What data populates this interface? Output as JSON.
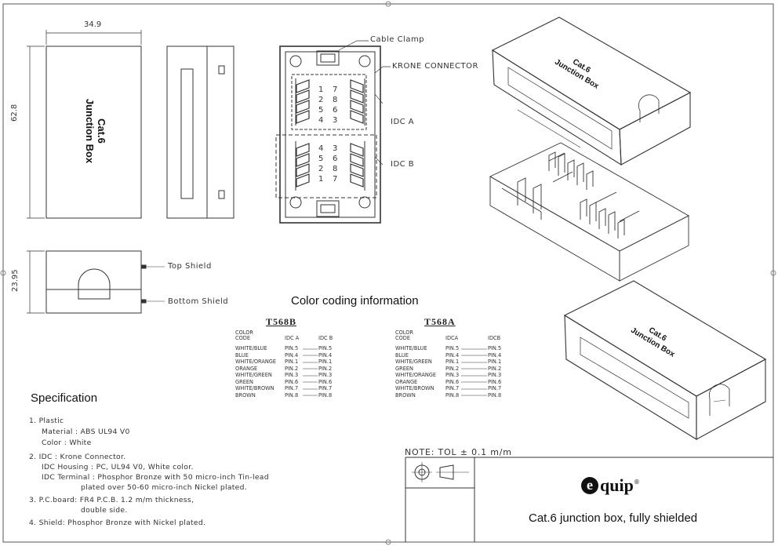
{
  "dimensions": {
    "width": "34.9",
    "height": "62.8",
    "depth": "23.95"
  },
  "box_label": {
    "line1": "Cat.6",
    "line2": "Junction Box"
  },
  "callouts": {
    "cable_clamp": "Cable Clamp",
    "krone_connector": "KRONE CONNECTOR",
    "idc_a": "IDC A",
    "idc_b": "IDC B",
    "top_shield": "Top Shield",
    "bottom_shield": "Bottom Shield"
  },
  "pin_labels": {
    "top_left": [
      "1",
      "2",
      "5",
      "4"
    ],
    "top_right": [
      "7",
      "8",
      "6",
      "3"
    ],
    "bot_left": [
      "4",
      "5",
      "2",
      "1"
    ],
    "bot_right": [
      "3",
      "6",
      "8",
      "7"
    ]
  },
  "color_coding": {
    "title": "Color coding information",
    "t568b": {
      "title": "T568B",
      "headers": [
        "COLOR",
        "CODE",
        "IDC A",
        "IDC B"
      ],
      "rows": [
        [
          "WHITE/BLUE",
          "PIN.5",
          "PIN.5"
        ],
        [
          "BLUE",
          "PIN.4",
          "PIN.4"
        ],
        [
          "WHITE/ORANGE",
          "PIN.1",
          "PIN.1"
        ],
        [
          "ORANGE",
          "PIN.2",
          "PIN.2"
        ],
        [
          "WHITE/GREEN",
          "PIN.3",
          "PIN.3"
        ],
        [
          "GREEN",
          "PIN.6",
          "PIN.6"
        ],
        [
          "WHITE/BROWN",
          "PIN.7",
          "PIN.7"
        ],
        [
          "BROWN",
          "PIN.8",
          "PIN.8"
        ]
      ]
    },
    "t568a": {
      "title": "T568A",
      "headers": [
        "COLOR",
        "CODE",
        "IDCA",
        "IDCB"
      ],
      "rows": [
        [
          "WHITE/BLUE",
          "PIN.5",
          "PIN.5"
        ],
        [
          "BLUE",
          "PIN.4",
          "PIN.4"
        ],
        [
          "WHITE/GREEN",
          "PIN.1",
          "PIN.1"
        ],
        [
          "GREEN",
          "PIN.2",
          "PIN.2"
        ],
        [
          "WHITE/ORANGE",
          "PIN.3",
          "PIN.3"
        ],
        [
          "ORANGE",
          "PIN.6",
          "PIN.6"
        ],
        [
          "WHITE/BROWN",
          "PIN.7",
          "PIN.7"
        ],
        [
          "BROWN",
          "PIN.8",
          "PIN.8"
        ]
      ]
    }
  },
  "specification": {
    "title": "Specification",
    "lines": [
      "1. Plastic",
      "Material : ABS UL94 V0",
      "Color : White",
      "2. IDC : Krone Connector.",
      "IDC Housing : PC, UL94 V0, White color.",
      "IDC Terminal : Phosphor Bronze with 50 micro-inch Tin-lead",
      "plated over 50-60 micro-inch Nickel plated.",
      "3. P.C.board: FR4 P.C.B. 1.2 m/m thickness,",
      "double side.",
      "4. Shield: Phosphor Bronze with Nickel plated."
    ]
  },
  "note": "NOTE: TOL ± 0.1 m/m",
  "brand": {
    "mark": "e",
    "name": "quip",
    "reg": "®"
  },
  "drawing_title": "Cat.6 junction box, fully shielded",
  "colors": {
    "ink": "#222222",
    "line": "#333333",
    "paper": "#ffffff"
  }
}
